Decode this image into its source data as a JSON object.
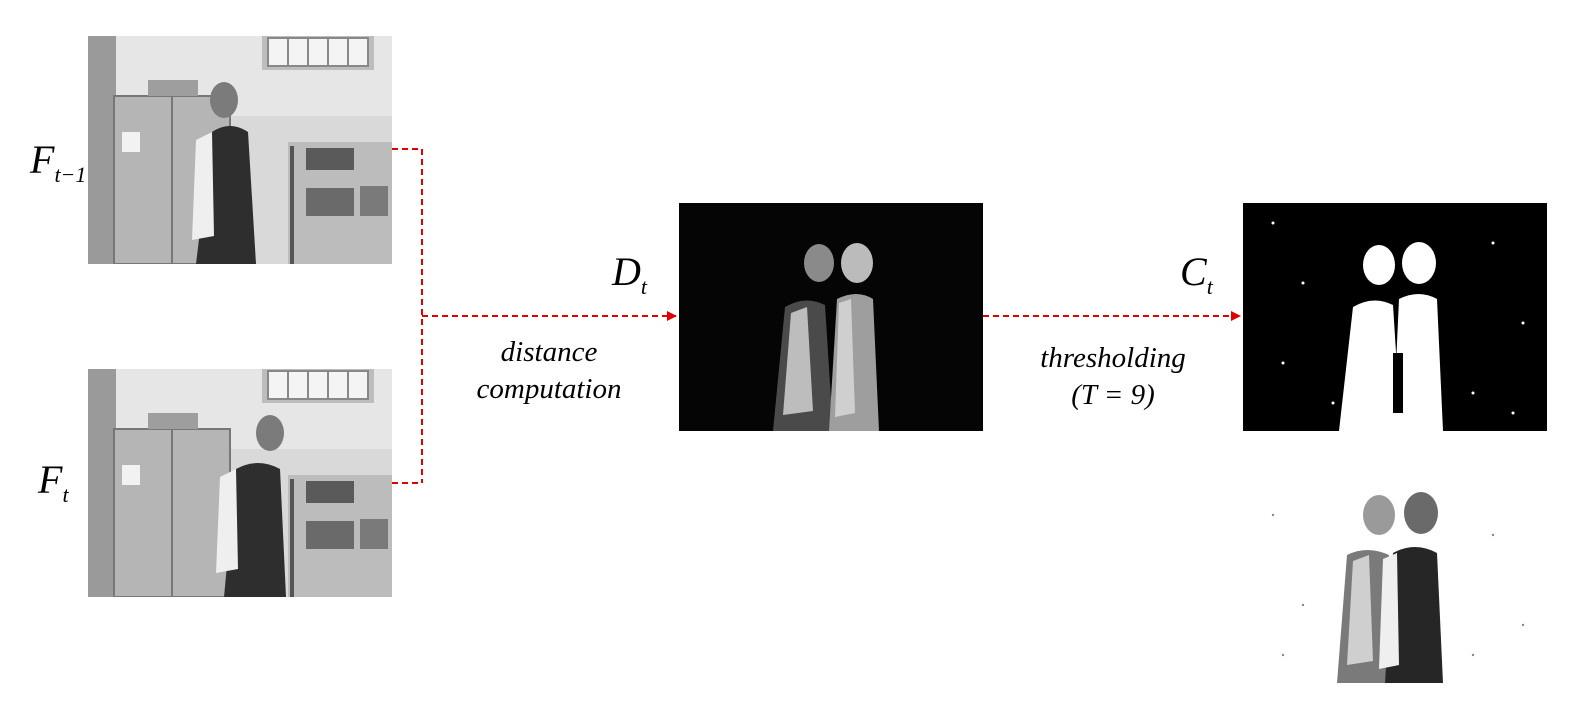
{
  "labels": {
    "frame_prev_main": "F",
    "frame_prev_sub": "t−1",
    "frame_curr_main": "F",
    "frame_curr_sub": "t",
    "distance_main": "D",
    "distance_sub": "t",
    "change_main": "C",
    "change_sub": "t"
  },
  "steps": {
    "distance_line1": "distance",
    "distance_line2": "computation",
    "threshold_line1": "thresholding",
    "threshold_line2": "(T = 9)"
  },
  "colors": {
    "arrow": "#e00000",
    "frame_background": "#d8d8d8",
    "difference_background": "#050505",
    "mask_background": "#000000",
    "mask_foreground": "#ffffff"
  }
}
